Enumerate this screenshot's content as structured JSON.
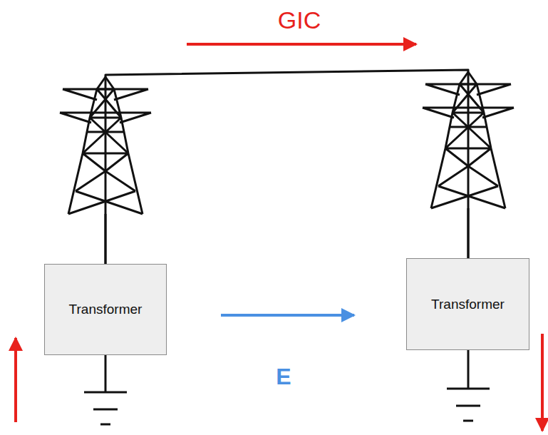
{
  "diagram": {
    "nodes": [
      {
        "text": [
          "Transformer"
        ]
      },
      {
        "text": [
          "Transformer"
        ]
      }
    ],
    "edges": [
      {
        "from": 0,
        "to": 1,
        "arrow": "none"
      }
    ],
    "labels": [
      "GIC",
      "E"
    ]
  }
}
